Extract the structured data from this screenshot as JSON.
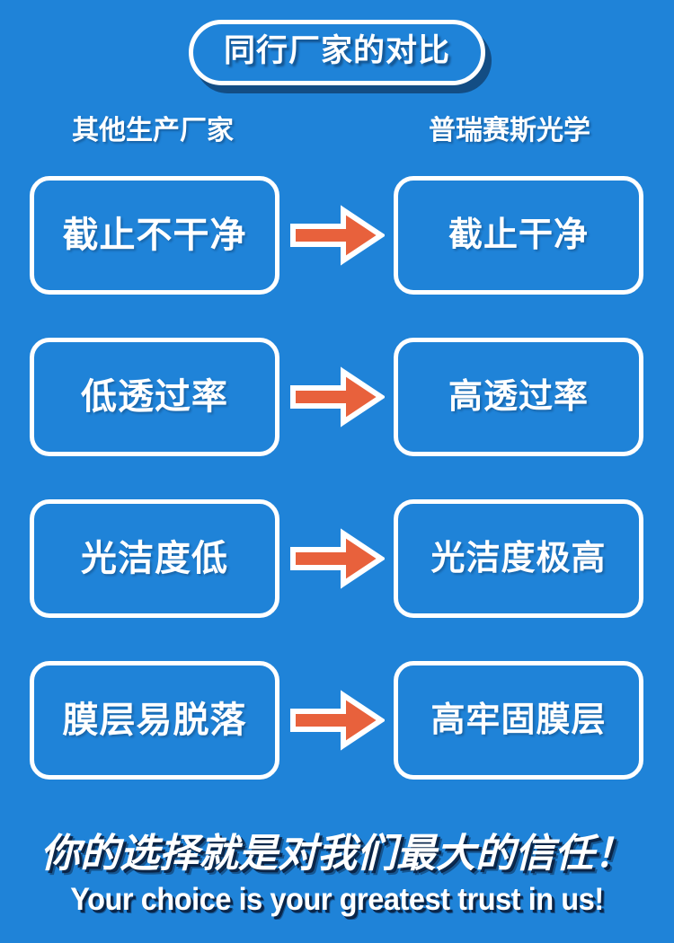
{
  "colors": {
    "background": "#1f83d8",
    "box_border": "#ffffff",
    "arrow_fill": "#e8613c",
    "arrow_outline": "#ffffff",
    "text": "#ffffff",
    "shadow": "#0a2040"
  },
  "header": {
    "title": "同行厂家的对比"
  },
  "columns": {
    "left_label": "其他生产厂家",
    "right_label": "普瑞赛斯光学"
  },
  "rows": [
    {
      "left": "截止不干净",
      "right": "截止干净",
      "arrow": "arrow-right-icon"
    },
    {
      "left": "低透过率",
      "right": "高透过率",
      "arrow": "arrow-right-icon"
    },
    {
      "left": "光洁度低",
      "right": "光洁度极高",
      "arrow": "arrow-right-icon"
    },
    {
      "left": "膜层易脱落",
      "right": "高牢固膜层",
      "arrow": "arrow-right-icon"
    }
  ],
  "footer": {
    "tagline_cn": "你的选择就是对我们最大的信任！",
    "tagline_en": "Your choice is your greatest trust in us!"
  }
}
